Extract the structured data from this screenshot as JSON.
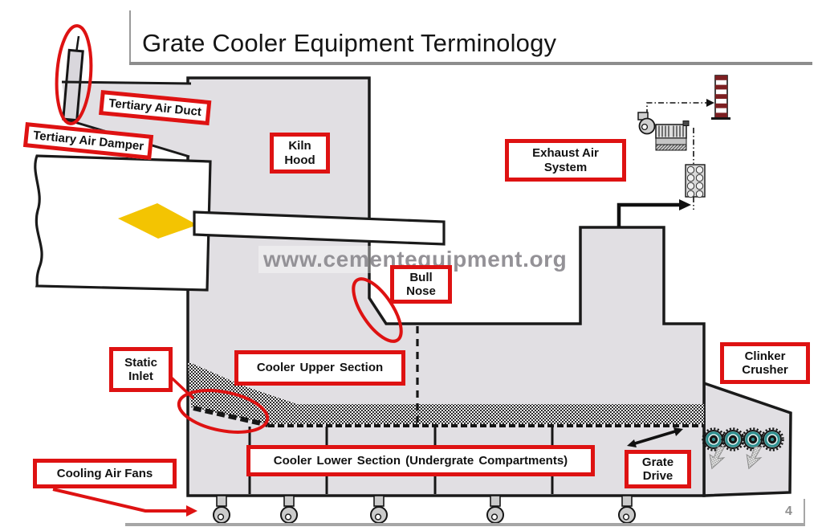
{
  "slide": {
    "title": "Grate Cooler Equipment Terminology",
    "watermark": "www.cementequipment.org",
    "page_number": "4"
  },
  "labels": {
    "tertiary_air_duct": {
      "text": "Tertiary Air Duct"
    },
    "tertiary_air_damper": {
      "text": "Tertiary Air Damper"
    },
    "kiln_hood": {
      "line1": "Kiln",
      "line2": "Hood"
    },
    "exhaust_air_system": {
      "line1": "Exhaust Air",
      "line2": "System"
    },
    "bull_nose": {
      "line1": "Bull",
      "line2": "Nose"
    },
    "static_inlet": {
      "line1": "Static",
      "line2": "Inlet"
    },
    "cooler_upper_section": {
      "text": "Cooler Upper Section"
    },
    "clinker_crusher": {
      "line1": "Clinker",
      "line2": "Crusher"
    },
    "cooler_lower_section": {
      "text": "Cooler Lower Section (Undergrate Compartments)"
    },
    "grate_drive": {
      "line1": "Grate",
      "line2": "Drive"
    },
    "cooling_air_fans": {
      "text": "Cooling Air Fans"
    }
  },
  "colors": {
    "label_border_red": "#de1212",
    "highlight_red": "#de1212",
    "equipment_gray": "#e1dfe3",
    "outline_black": "#1a1a1a",
    "flame_yellow": "#f3c402",
    "crusher_teal": "#2e8f8f",
    "stack_maroon": "#7c2022",
    "watermark_gray": "#949297"
  }
}
